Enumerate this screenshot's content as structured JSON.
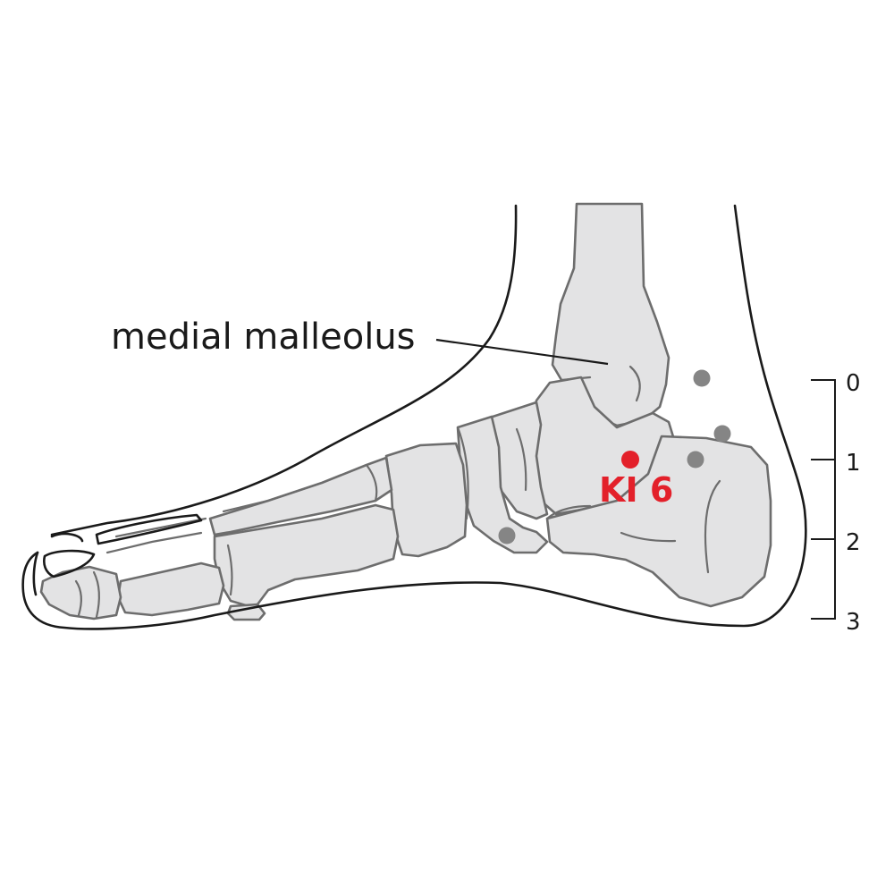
{
  "labels": {
    "landmark": "medial malleolus",
    "point": "KI 6"
  },
  "scale": {
    "ticks": [
      "0",
      "1",
      "2",
      "3"
    ]
  },
  "colors": {
    "point": "#e3202a",
    "neighbor_points": "#858585",
    "bone_fill": "#e3e3e4",
    "bone_stroke": "#6d6d6d",
    "skin_outline": "#1a1a1a"
  }
}
